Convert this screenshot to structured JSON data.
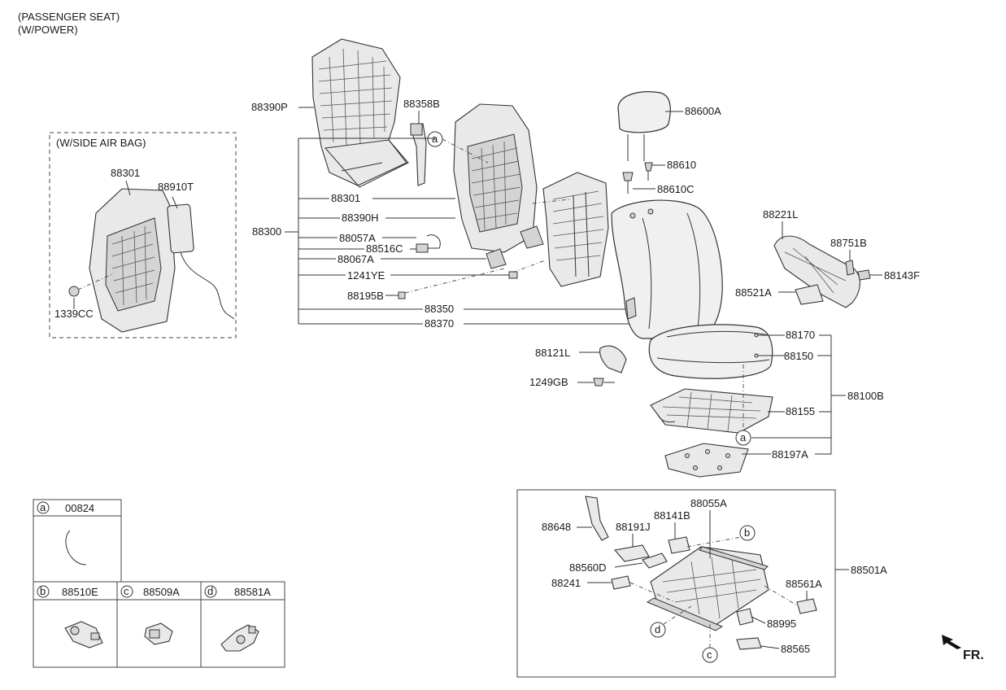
{
  "header": {
    "line1": "(PASSENGER SEAT)",
    "line2": "(W/POWER)"
  },
  "side_airbag_box": {
    "title": "(W/SIDE AIR BAG)",
    "parts": [
      "88301",
      "88910T",
      "1339CC"
    ]
  },
  "callouts": {
    "p88390P": "88390P",
    "p88358B": "88358B",
    "p88600A": "88600A",
    "p88610": "88610",
    "p88610C": "88610C",
    "p88301": "88301",
    "p88390H": "88390H",
    "p88300": "88300",
    "p88057A": "88057A",
    "p88516C": "88516C",
    "p88067A": "88067A",
    "p1241YE": "1241YE",
    "p88195B": "88195B",
    "p88350": "88350",
    "p88370": "88370",
    "p88221L": "88221L",
    "p88751B": "88751B",
    "p88143F": "88143F",
    "p88521A": "88521A",
    "p88121L": "88121L",
    "p1249GB": "1249GB",
    "p88170": "88170",
    "p88150": "88150",
    "p88100B": "88100B",
    "p88155": "88155",
    "p88197A": "88197A"
  },
  "circle_refs": {
    "a": "a",
    "b": "b",
    "c": "c",
    "d": "d"
  },
  "legend": [
    {
      "ref": "a",
      "part": "00824"
    },
    {
      "ref": "b",
      "part": "88510E"
    },
    {
      "ref": "c",
      "part": "88509A"
    },
    {
      "ref": "d",
      "part": "88581A"
    }
  ],
  "track_box": {
    "assembly": "88501A",
    "parts": {
      "p88055A": "88055A",
      "p88648": "88648",
      "p88191J": "88191J",
      "p88141B": "88141B",
      "p88560D": "88560D",
      "p88241": "88241",
      "p88561A": "88561A",
      "p88995": "88995",
      "p88565": "88565"
    }
  },
  "direction_label": "FR."
}
